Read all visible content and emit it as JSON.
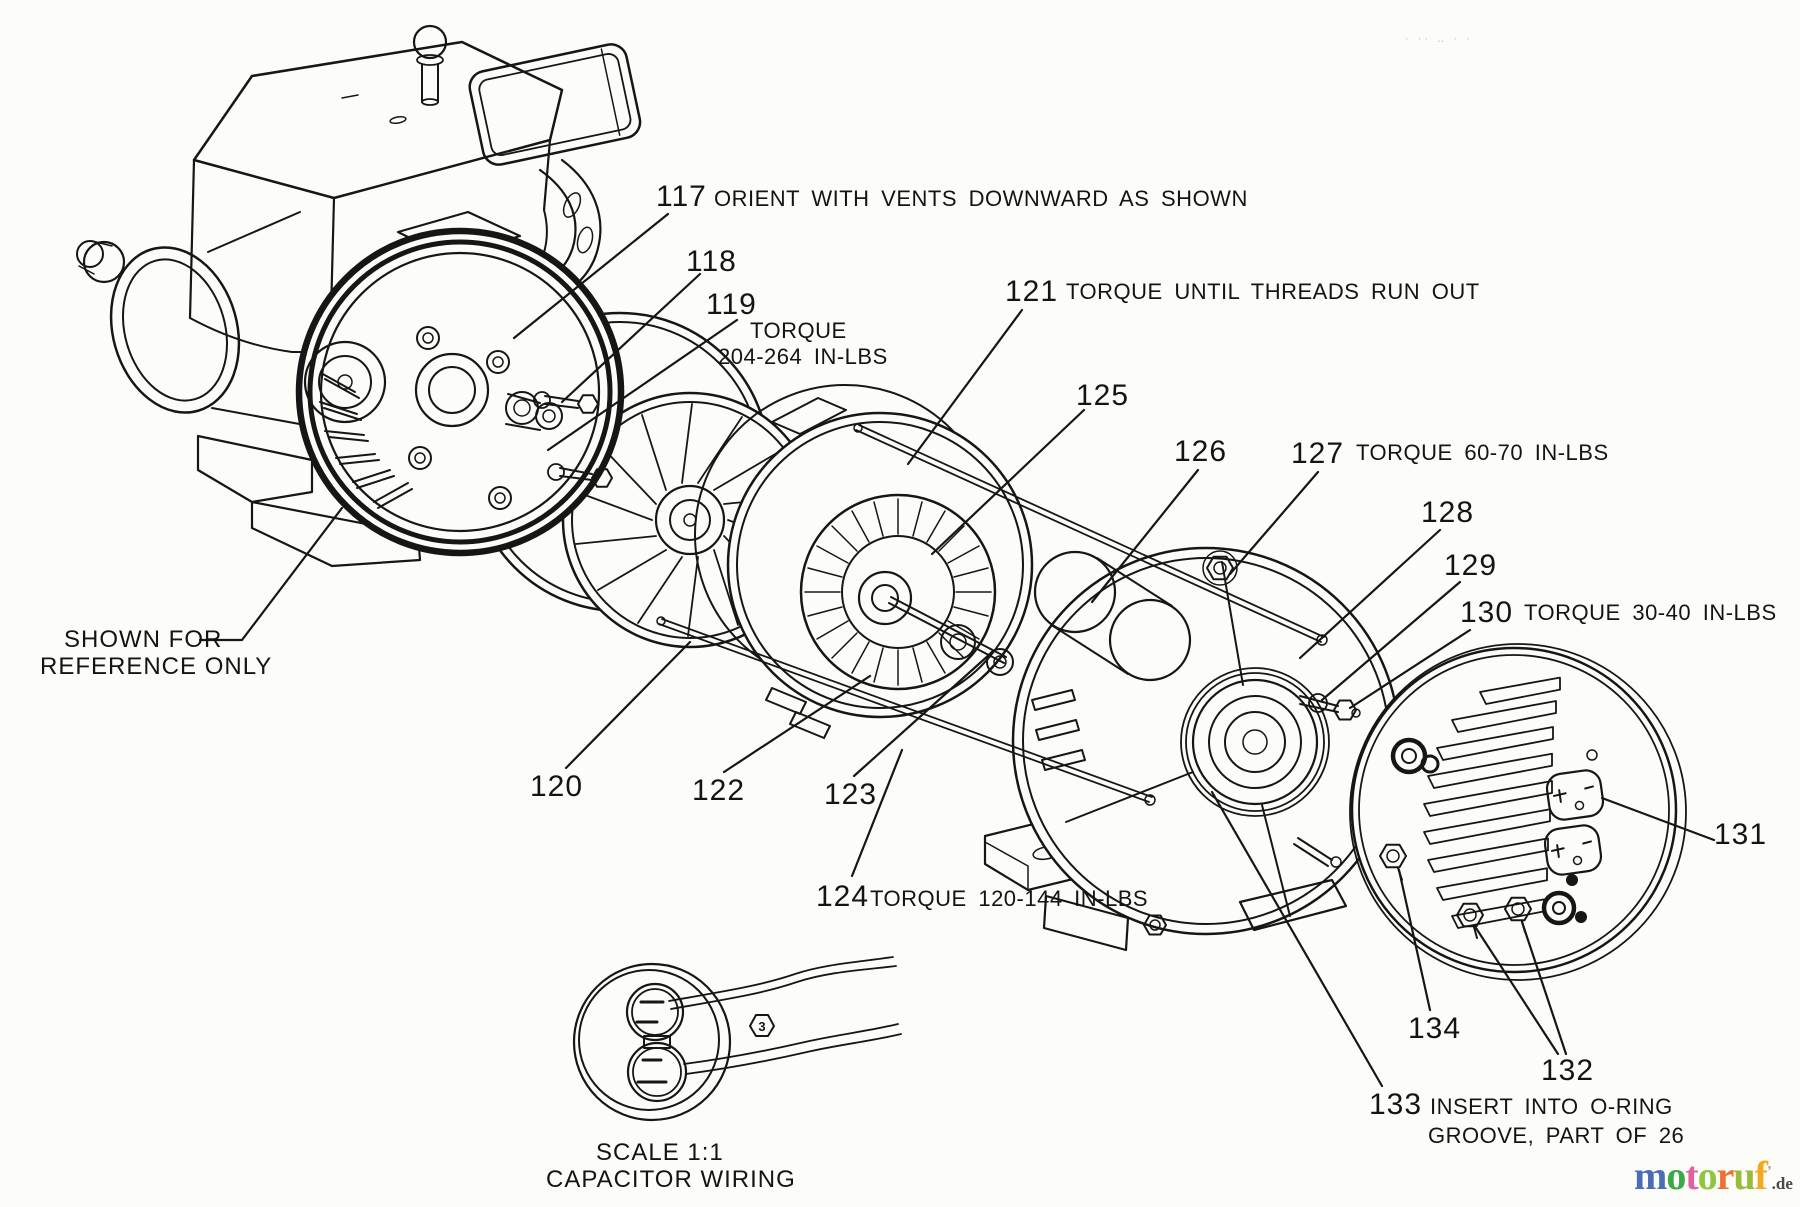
{
  "page": {
    "background": "#fcfdf9",
    "ink_color": "#161616",
    "artifact_marks": "· ·· ‥ · ·"
  },
  "callouts": {
    "c117": {
      "number": "117",
      "note": "ORIENT WITH VENTS DOWNWARD AS SHOWN"
    },
    "c118": {
      "number": "118"
    },
    "c119": {
      "number": "119",
      "note_line1": "TORQUE",
      "note_line2": "204-264 IN-LBS"
    },
    "c120": {
      "number": "120"
    },
    "c121": {
      "number": "121",
      "note": "TORQUE UNTIL THREADS RUN OUT"
    },
    "c122": {
      "number": "122"
    },
    "c123": {
      "number": "123"
    },
    "c124": {
      "number": "124",
      "note": "TORQUE 120-144 IN-LBS"
    },
    "c125": {
      "number": "125"
    },
    "c126": {
      "number": "126"
    },
    "c127": {
      "number": "127",
      "note": "TORQUE 60-70 IN-LBS"
    },
    "c128": {
      "number": "128"
    },
    "c129": {
      "number": "129"
    },
    "c130": {
      "number": "130",
      "note": "TORQUE 30-40 IN-LBS"
    },
    "c131": {
      "number": "131"
    },
    "c132": {
      "number": "132"
    },
    "c133": {
      "number": "133",
      "note_line1": "INSERT INTO O-RING",
      "note_line2": "GROOVE, PART OF 26"
    },
    "c134": {
      "number": "134"
    }
  },
  "annotations": {
    "reference_note_line1": "SHOWN FOR",
    "reference_note_line2": "REFERENCE ONLY",
    "capacitor_note_line1": "SCALE 1:1",
    "capacitor_note_line2": "CAPACITOR WIRING",
    "capacitor_terminal_marker": "3"
  },
  "logo": {
    "letters": [
      {
        "ch": "m",
        "color": "#4a6db4"
      },
      {
        "ch": "o",
        "color": "#3aa94a"
      },
      {
        "ch": "t",
        "color": "#e160a3"
      },
      {
        "ch": "o",
        "color": "#8dc63f"
      },
      {
        "ch": "r",
        "color": "#f07032"
      },
      {
        "ch": "u",
        "color": "#9aba3a"
      },
      {
        "ch": "f",
        "color": "#f5a81c"
      }
    ],
    "tick": "’",
    "suffix": ".de"
  }
}
